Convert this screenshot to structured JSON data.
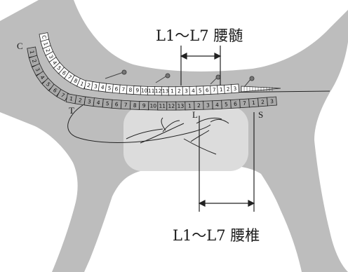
{
  "labels": {
    "cord_range": "L1～L7 腰髄",
    "vertebra_range": "L1～L7 腰椎",
    "cervical": "C",
    "thoracic": "T",
    "lumbar": "L",
    "sacral": "S"
  },
  "spinal_cord_segments": [
    {
      "group": "C",
      "numbers": [
        "C",
        "1",
        "2",
        "3",
        "4",
        "5",
        "6",
        "7",
        "8"
      ]
    },
    {
      "group": "T",
      "numbers": [
        "1",
        "2",
        "3",
        "4",
        "5",
        "6",
        "7",
        "8",
        "9",
        "10",
        "11",
        "12",
        "13"
      ]
    },
    {
      "group": "L",
      "numbers": [
        "1",
        "2",
        "3",
        "4",
        "5",
        "6",
        "7"
      ]
    },
    {
      "group": "S",
      "numbers": [
        "1",
        "2",
        "3"
      ]
    }
  ],
  "vertebrae": [
    {
      "group": "C",
      "numbers": [
        "1",
        "2",
        "3",
        "4",
        "5",
        "6",
        "7"
      ]
    },
    {
      "group": "T",
      "numbers": [
        "1",
        "2",
        "3",
        "4",
        "5",
        "6",
        "7",
        "8",
        "9",
        "10",
        "11",
        "12",
        "13"
      ]
    },
    {
      "group": "L",
      "numbers": [
        "1",
        "2",
        "3",
        "4",
        "5",
        "6",
        "7"
      ]
    },
    {
      "group": "S",
      "numbers": [
        "1",
        "2",
        "3"
      ]
    }
  ],
  "colors": {
    "body": "#bdbdbd",
    "organ": "#dcdcdc",
    "vertebra": "#a9a9a9",
    "cord_segment": "#ffffff",
    "line": "#222222"
  }
}
